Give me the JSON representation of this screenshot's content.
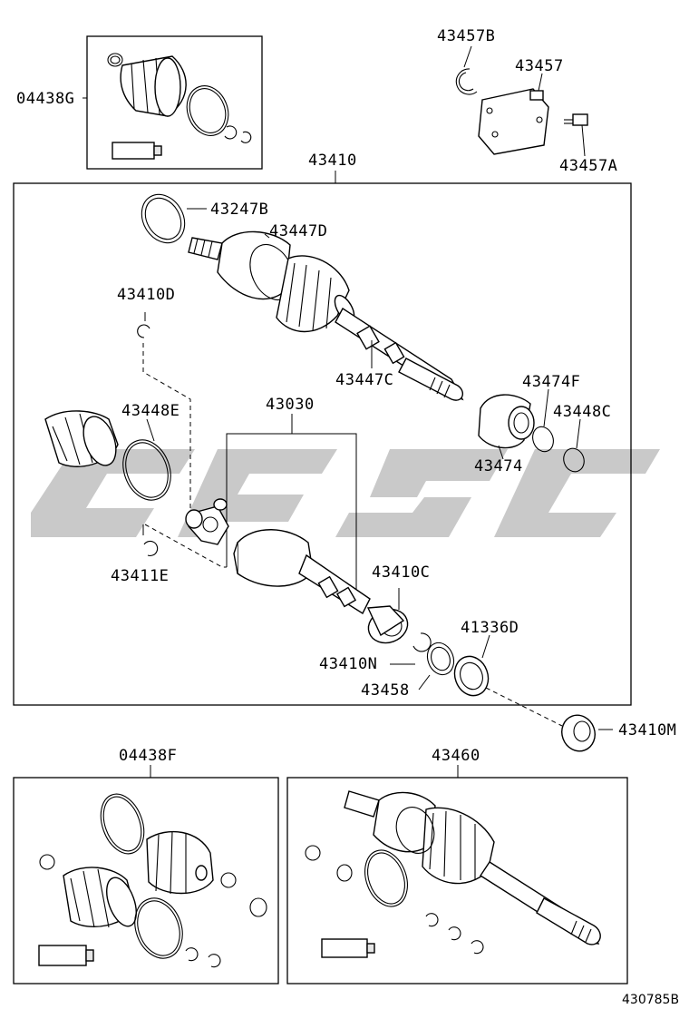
{
  "diagram": {
    "reference_number": "430785B",
    "watermark_icon": "brand-watermark-icon",
    "part_labels": {
      "p04438G": "04438G",
      "p43457B": "43457B",
      "p43457": "43457",
      "p43457A": "43457A",
      "p43410": "43410",
      "p43247B": "43247B",
      "p43447D": "43447D",
      "p43410D": "43410D",
      "p43447C": "43447C",
      "p43474F": "43474F",
      "p43448E": "43448E",
      "p43030": "43030",
      "p43448C": "43448C",
      "p43474": "43474",
      "p43411E": "43411E",
      "p43410C": "43410C",
      "p41336D": "41336D",
      "p43410N": "43410N",
      "p43458": "43458",
      "p43410M": "43410M",
      "p04438F": "04438F",
      "p43460": "43460"
    }
  }
}
